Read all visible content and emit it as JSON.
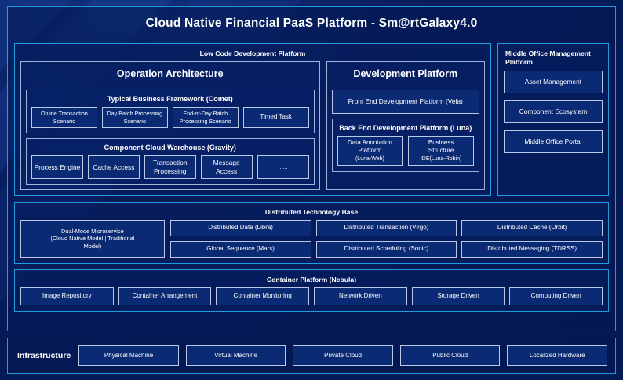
{
  "title": "Cloud Native Financial PaaS Platform - Sm@rtGalaxy4.0",
  "colors": {
    "background": "#041a52",
    "panel_border": "#1e9ee0",
    "group_border": "#9fb3d9",
    "box_border": "#b9c8e6",
    "box_fill": "#0a2a74",
    "text": "#ffffff"
  },
  "low_code": {
    "title": "Low Code Development Platform",
    "operation_architecture": {
      "title": "Operation Architecture",
      "typical_business_framework": {
        "title": "Typical Business Framework (Comet)",
        "items": [
          "Online Transaction Scenario",
          "Day Batch Processing Scenario",
          "End-of-Day Batch Processing Scenario",
          "Timed Task"
        ]
      },
      "component_cloud_warehouse": {
        "title": "Component Cloud Warehouse (Gravity)",
        "items": [
          "Process Engine",
          "Cache Access",
          "Transaction Processing",
          "Message Access",
          "......"
        ]
      }
    },
    "development_platform": {
      "title": "Development Platform",
      "front_end": "Front End Development Platform (Vela)",
      "back_end": {
        "title": "Back End Development Platform (Luna)",
        "items": [
          {
            "line1": "Data Annotation",
            "line2": "Platform",
            "line3": "(Luna-Web)"
          },
          {
            "line1": "Business",
            "line2": "Structure",
            "line3": "IDE(Luna-Robin)"
          }
        ]
      }
    }
  },
  "middle_office": {
    "title": "Middle Office Management Platform",
    "items": [
      "Asset Management",
      "Component Ecosystem",
      "Middle Office Portal"
    ]
  },
  "distributed_technology_base": {
    "title": "Distributed Technology Base",
    "dual_mode": {
      "line1": "Dual-Mode Microservice",
      "line2": "(Cloud Native Model | Traditional",
      "line3": "Model)"
    },
    "row1": [
      "Distributed Data (Libra)",
      "Distributed Transaction (Virgo)",
      "Distributed Cache (Orbit)"
    ],
    "row2": [
      "Global Sequence (Mars)",
      "Distributed Scheduling (Sonic)",
      "Distributed Messaging (TDRSS)"
    ]
  },
  "container_platform": {
    "title": "Container Platform (Nebula)",
    "items": [
      "Image Repository",
      "Container Arrangement",
      "Container Monitoring",
      "Network Driven",
      "Storage Driven",
      "Computing Driven"
    ]
  },
  "infrastructure": {
    "label": "Infrastructure",
    "items": [
      "Physical Machine",
      "Virtual Machine",
      "Private Cloud",
      "Public Cloud",
      "Localized Hardware"
    ]
  }
}
